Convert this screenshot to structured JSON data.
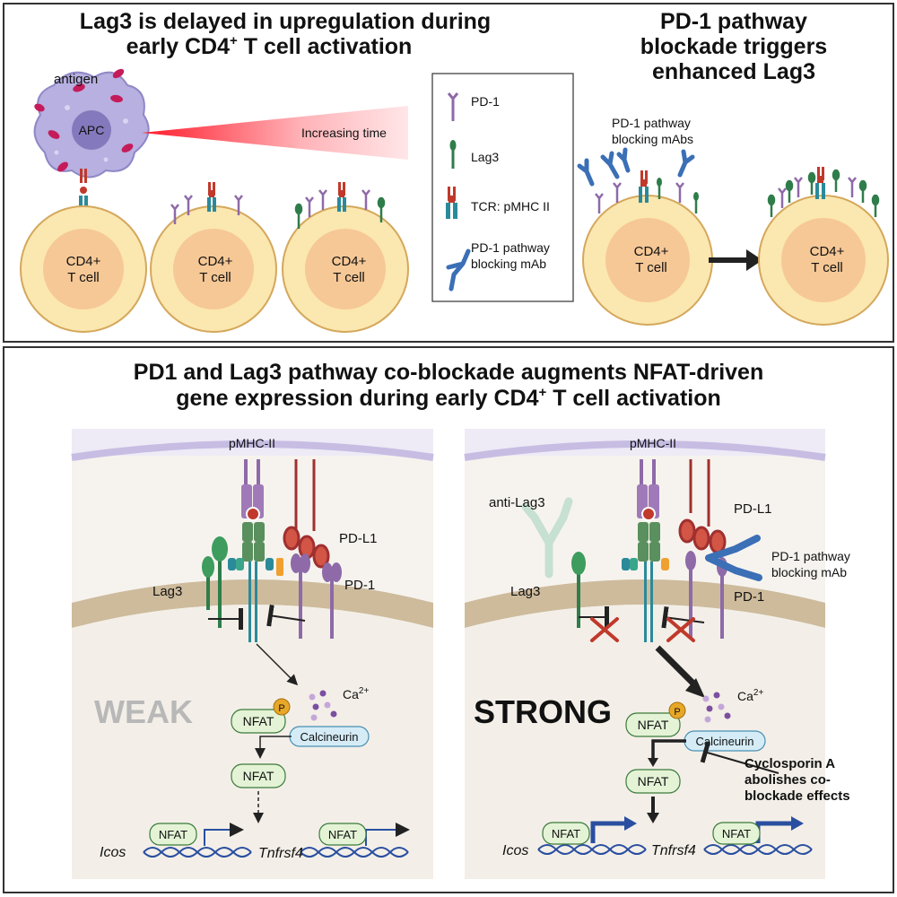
{
  "top_left": {
    "title_line1": "Lag3 is delayed in upregulation during",
    "title_line2_pre": "early CD4",
    "title_line2_sup": "+",
    "title_line2_post": " T cell activation",
    "antigen_label": "antigen",
    "apc_label": "APC",
    "increasing_time_label": "Increasing time",
    "cells": [
      {
        "line1": "CD4+",
        "line2": "T cell"
      },
      {
        "line1": "CD4+",
        "line2": "T cell"
      },
      {
        "line1": "CD4+",
        "line2": "T cell"
      }
    ]
  },
  "legend": {
    "items": [
      {
        "icon": "pd1-receptor-icon",
        "label": "PD-1",
        "label2": ""
      },
      {
        "icon": "lag3-receptor-icon",
        "label": "Lag3",
        "label2": ""
      },
      {
        "icon": "tcr-pmhc-icon",
        "label": "TCR: pMHC II",
        "label2": ""
      },
      {
        "icon": "antibody-icon",
        "label": "PD-1 pathway",
        "label2": "blocking mAb"
      }
    ]
  },
  "top_right": {
    "title_line1": "PD-1 pathway",
    "title_line2": "blockade triggers",
    "title_line3": "enhanced Lag3",
    "mab_label_line1": "PD-1 pathway",
    "mab_label_line2": "blocking mAbs",
    "cells": [
      {
        "line1": "CD4+",
        "line2": "T cell"
      },
      {
        "line1": "CD4+",
        "line2": "T cell"
      }
    ]
  },
  "bottom": {
    "title_line1": "PD1 and Lag3 pathway co-blockade augments NFAT-driven",
    "title_line2_pre": "gene expression during early CD4",
    "title_line2_sup": "+",
    "title_line2_post": " T cell activation",
    "left_panel": {
      "pmhc_label": "pMHC-II",
      "pdl1_label": "PD-L1",
      "lag3_label": "Lag3",
      "pd1_label": "PD-1",
      "strength_label": "WEAK",
      "ca_label": "Ca",
      "ca_sup": "2+",
      "p_label": "P",
      "nfat_label": "NFAT",
      "calcineurin_label": "Calcineurin",
      "nfat2_label": "NFAT",
      "gene1": "Icos",
      "gene2": "Tnfrsf4",
      "gene_nfat1": "NFAT",
      "gene_nfat2": "NFAT"
    },
    "right_panel": {
      "pmhc_label": "pMHC-II",
      "pdl1_label": "PD-L1",
      "anti_lag3_label": "anti-Lag3",
      "lag3_label": "Lag3",
      "mab_label_line1": "PD-1 pathway",
      "mab_label_line2": "blocking mAb",
      "pd1_label": "PD-1",
      "strength_label": "STRONG",
      "ca_label": "Ca",
      "ca_sup": "2+",
      "p_label": "P",
      "nfat_label": "NFAT",
      "calcineurin_label": "Calcineurin",
      "nfat2_label": "NFAT",
      "csa_line1": "Cyclosporin A",
      "csa_line2": "abolishes co-",
      "csa_line3": "blockade effects",
      "gene1": "Icos",
      "gene2": "Tnfrsf4",
      "gene_nfat1": "NFAT",
      "gene_nfat2": "NFAT"
    }
  },
  "colors": {
    "pd1": "#8e6aa8",
    "lag3": "#2e7d4a",
    "tcr": "#2b8a9a",
    "mhc": "#c0392b",
    "antibody": "#3b6fb6",
    "cell_outer": "#fbe7b0",
    "cell_inner": "#f6c896",
    "apc": "#b7b0e0",
    "nfat_fill": "#e4f3d6",
    "calcineurin_fill": "#d5ecf6"
  }
}
